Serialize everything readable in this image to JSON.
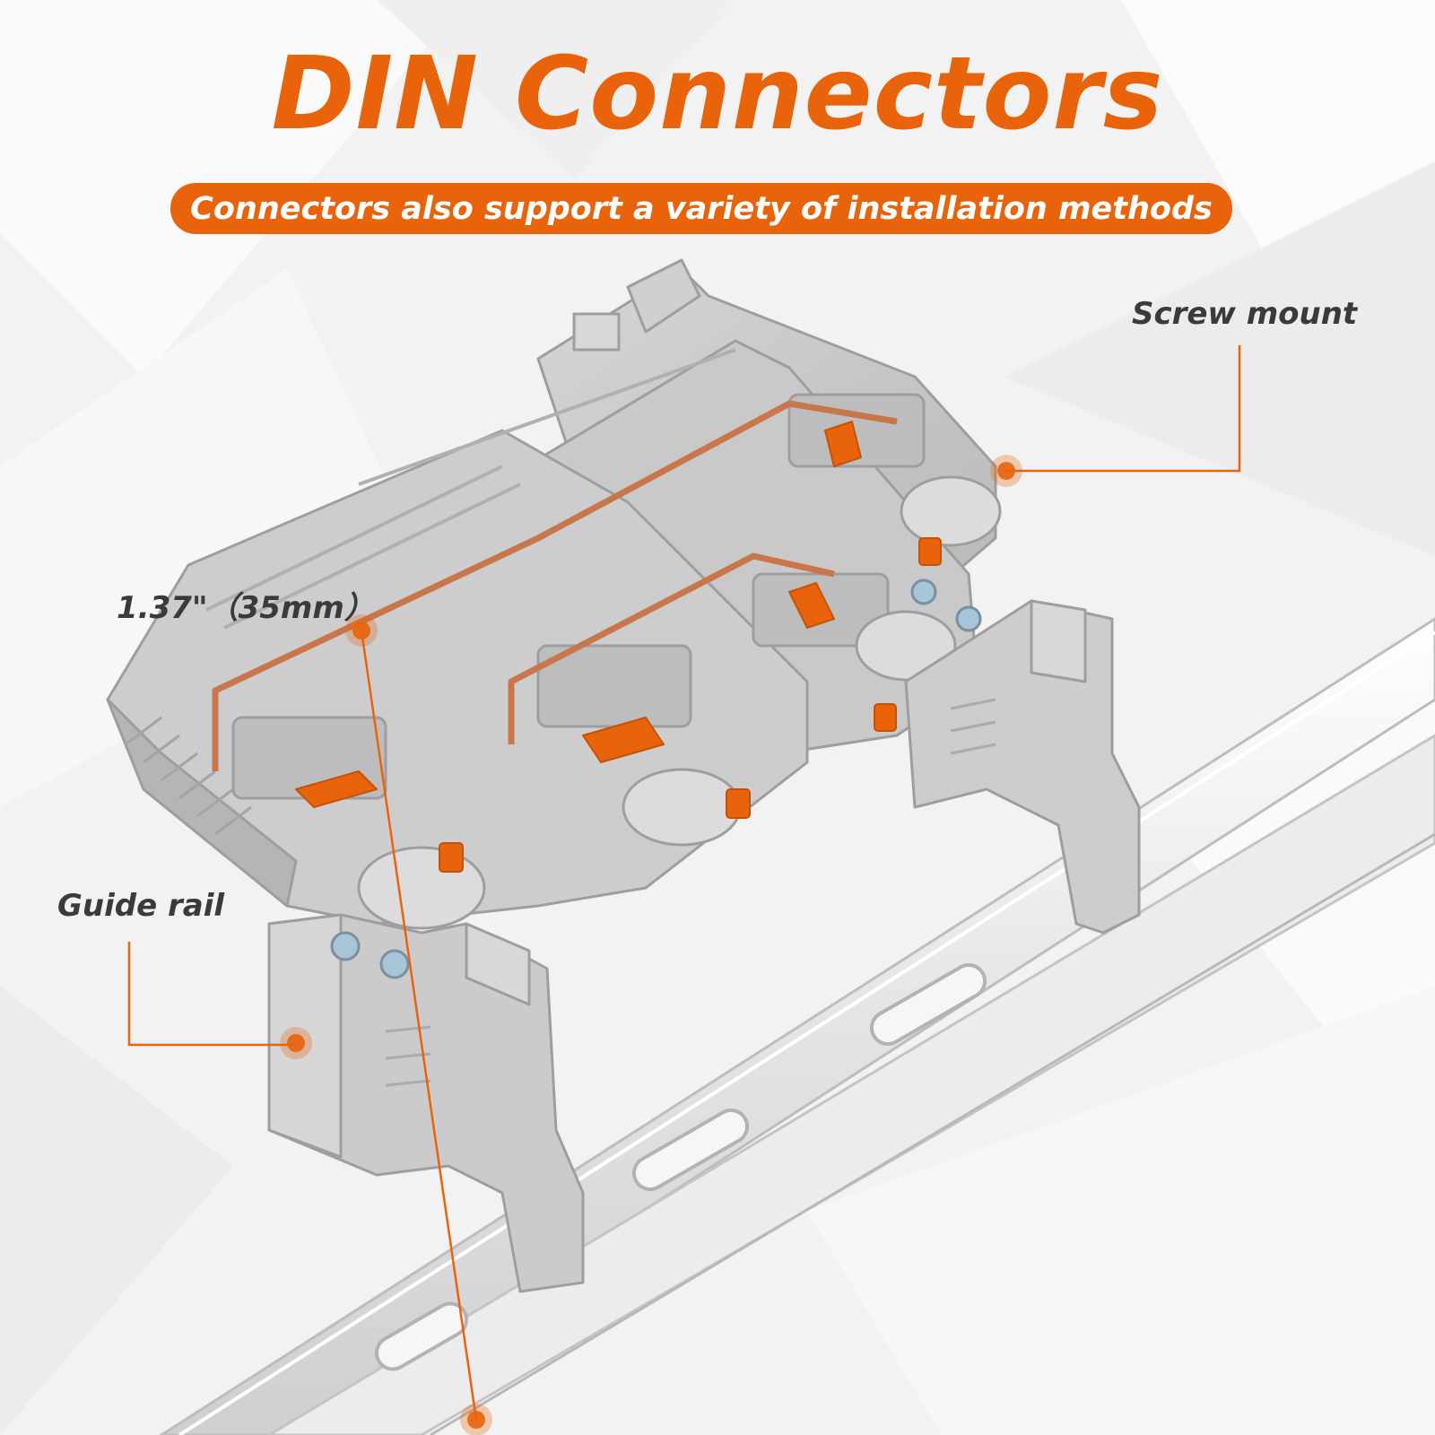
{
  "title": "DIN Connectors",
  "subtitle": "Connectors also support a variety of installation methods",
  "callouts": {
    "screw_mount": "Screw mount",
    "guide_rail": "Guide rail",
    "dimension": "1.37\"（35mm）"
  },
  "colors": {
    "accent_orange": "#e8630a",
    "connector_gray": "#c8c8c8",
    "copper": "#c8764a",
    "rail_silver": "#e6e6e6",
    "text_dark": "#3a3a3a"
  }
}
